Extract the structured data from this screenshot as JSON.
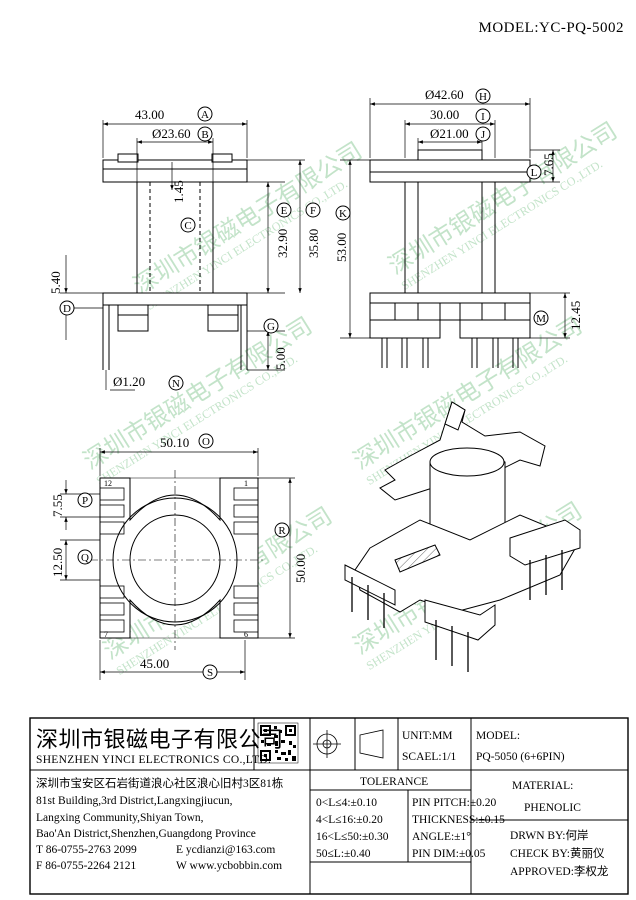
{
  "model_id": "MODEL:YC-PQ-5002",
  "dims": {
    "a": "43.00",
    "b": "Ø23.60",
    "c": "1.45",
    "d": "5.40",
    "e": "32.90",
    "f": "35.80",
    "g": "5.00",
    "n": "Ø1.20",
    "h": "Ø42.60",
    "i": "30.00",
    "j": "Ø21.00",
    "k": "53.00",
    "l": "7.65",
    "m": "12.45",
    "o": "50.10",
    "p": "7.55",
    "q": "12.50",
    "r": "50.00",
    "s": "45.00"
  },
  "markers": {
    "a": "A",
    "b": "B",
    "c": "C",
    "d": "D",
    "e": "E",
    "f": "F",
    "g": "G",
    "n": "N",
    "h": "H",
    "i": "I",
    "j": "J",
    "k": "K",
    "l": "L",
    "m": "M",
    "o": "O",
    "p": "P",
    "q": "Q",
    "r": "R",
    "s": "S"
  },
  "pin_numbers": {
    "tl": "12",
    "tr": "1",
    "bl": "7",
    "br": "6"
  },
  "watermark": {
    "cn": "深圳市银磁电子有限公司",
    "en": "SHENZHEN YINCI ELECTRONICS CO.,LTD."
  },
  "company": {
    "name_cn": "深圳市银磁电子有限公司",
    "name_en": "SHENZHEN YINCI ELECTRONICS CO.,LTD.",
    "address_cn": "深圳市宝安区石岩街道浪心社区浪心旧村3区81栋",
    "address_en_1": "81st Building,3rd District,Langxingjiucun,",
    "address_en_2": "Langxing Community,Shiyan Town,",
    "address_en_3": "Bao'An District,Shenzhen,Guangdong Province",
    "tel": "T 86-0755-2763 2099",
    "email": "E ycdianzi@163.com",
    "fax": "F 86-0755-2264 2121",
    "web": "W www.ycbobbin.com"
  },
  "title_block": {
    "unit": "UNIT:MM",
    "scale": "SCAEL:1/1",
    "model_label": "MODEL:",
    "model_value": "PQ-5050 (6+6PIN)",
    "material_label": "MATERIAL:",
    "material_value": "PHENOLIC",
    "tolerance_label": "TOLERANCE",
    "tol_rows": [
      "0<L≤4:±0.10",
      "4<L≤16:±0.20",
      "16<L≤50:±0.30",
      "50≤L:±0.40"
    ],
    "tol_rows_right": [
      "PIN PITCH:±0.20",
      "THICKNESS:±0.15",
      "ANGLE:±1°",
      "PIN DIM:±0.05"
    ],
    "drawn": "DRWN BY:何岸",
    "check": "CHECK BY:黄丽仪",
    "approved": "APPROVED:李权龙"
  }
}
